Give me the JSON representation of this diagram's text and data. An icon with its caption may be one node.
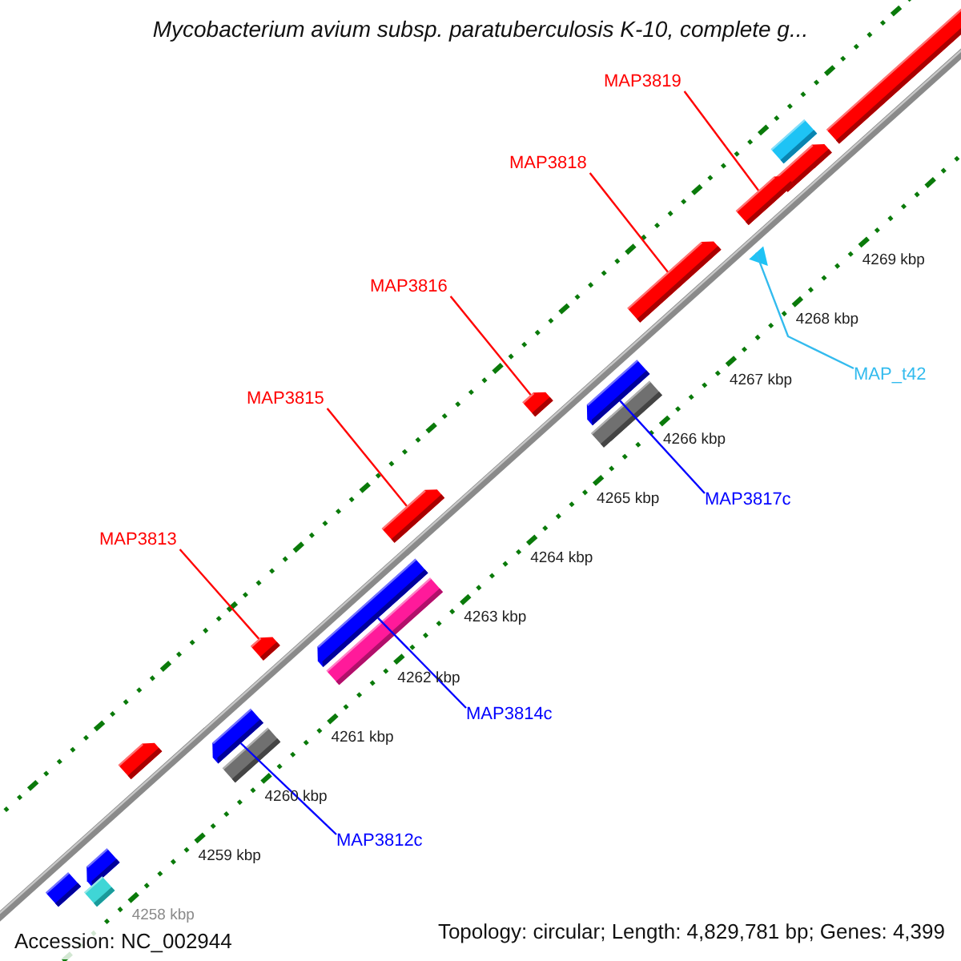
{
  "diagram": {
    "title": "Mycobacterium avium subsp. paratuberculosis K-10, complete g...",
    "nodes": [
      {
        "text": [
          "MAP3819"
        ]
      },
      {
        "text": [
          "MAP3818"
        ]
      },
      {
        "text": [
          "MAP3816"
        ]
      },
      {
        "text": [
          "MAP_t42"
        ]
      },
      {
        "text": [
          "MAP3815"
        ]
      },
      {
        "text": [
          "MAP3817c"
        ]
      },
      {
        "text": [
          "MAP3813"
        ]
      },
      {
        "text": [
          "MAP3814c"
        ]
      },
      {
        "text": [
          "MAP3812c"
        ]
      },
      {
        "text": [],
        "shape": "pentagon"
      },
      {
        "text": [],
        "shape": "bar"
      },
      {
        "text": [],
        "shape": "pentagon"
      },
      {
        "text": [],
        "shape": "pentagon"
      },
      {
        "text": [],
        "shape": "pentagon"
      },
      {
        "text": [],
        "shape": "triangle"
      },
      {
        "text": [],
        "shape": "pentagon"
      },
      {
        "text": [],
        "shape": "bar"
      },
      {
        "text": [],
        "shape": "pentagon"
      },
      {
        "text": [],
        "shape": "pentagon"
      },
      {
        "text": [],
        "shape": "pentagon"
      },
      {
        "text": [],
        "shape": "bar"
      },
      {
        "text": [],
        "shape": "pentagon"
      },
      {
        "text": [],
        "shape": "pentagon"
      },
      {
        "text": [],
        "shape": "bar"
      },
      {
        "text": [],
        "shape": "pentagon"
      },
      {
        "text": [],
        "shape": "pentagon"
      },
      {
        "text": [],
        "shape": "bar"
      },
      {
        "text": [],
        "shape": "bar"
      }
    ],
    "edges": [
      {
        "from": 0,
        "to": 12,
        "arrow": "none"
      },
      {
        "from": 1,
        "to": 13,
        "arrow": "none"
      },
      {
        "from": 2,
        "to": 17,
        "arrow": "none"
      },
      {
        "from": 3,
        "to": 14,
        "arrow": "none",
        "color": "#33bbee"
      },
      {
        "from": 4,
        "to": 18,
        "arrow": "none"
      },
      {
        "from": 5,
        "to": 15,
        "arrow": "none",
        "color": "#0000ff"
      },
      {
        "from": 6,
        "to": 21,
        "arrow": "none"
      },
      {
        "from": 7,
        "to": 19,
        "arrow": "none",
        "color": "#0000ff"
      },
      {
        "from": 8,
        "to": 22,
        "arrow": "none",
        "color": "#0000ff"
      }
    ],
    "labels": [
      "4269 kbp",
      "4268 kbp",
      "4267 kbp",
      "4266 kbp",
      "4265 kbp",
      "4264 kbp",
      "4263 kbp",
      "4262 kbp",
      "4261 kbp",
      "4260 kbp",
      "4259 kbp",
      "4258 kbp",
      "Accession: NC_002944",
      "Topology: circular; Length: 4,829,781 bp; Genes: 4,399"
    ]
  }
}
